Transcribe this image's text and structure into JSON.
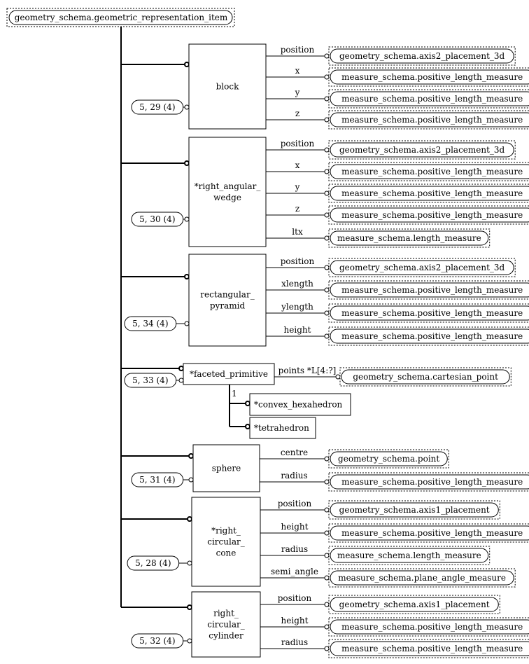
{
  "root": {
    "label": "geometry_schema.geometric_representation_item"
  },
  "entities": [
    {
      "id": "block",
      "lines": [
        "block"
      ],
      "ref": "5, 29 (4)",
      "attrs": [
        {
          "name": "position",
          "type": "geometry_schema.axis2_placement_3d"
        },
        {
          "name": "x",
          "type": "measure_schema.positive_length_measure"
        },
        {
          "name": "y",
          "type": "measure_schema.positive_length_measure"
        },
        {
          "name": "z",
          "type": "measure_schema.positive_length_measure"
        }
      ]
    },
    {
      "id": "right-angular-wedge",
      "lines": [
        "*right_angular_",
        "wedge"
      ],
      "ref": "5, 30 (4)",
      "attrs": [
        {
          "name": "position",
          "type": "geometry_schema.axis2_placement_3d"
        },
        {
          "name": "x",
          "type": "measure_schema.positive_length_measure"
        },
        {
          "name": "y",
          "type": "measure_schema.positive_length_measure"
        },
        {
          "name": "z",
          "type": "measure_schema.positive_length_measure"
        },
        {
          "name": "ltx",
          "type": "measure_schema.length_measure"
        }
      ]
    },
    {
      "id": "rectangular-pyramid",
      "lines": [
        "rectangular_",
        "pyramid"
      ],
      "ref": "5, 34 (4)",
      "attrs": [
        {
          "name": "position",
          "type": "geometry_schema.axis2_placement_3d"
        },
        {
          "name": "xlength",
          "type": "measure_schema.positive_length_measure"
        },
        {
          "name": "ylength",
          "type": "measure_schema.positive_length_measure"
        },
        {
          "name": "height",
          "type": "measure_schema.positive_length_measure"
        }
      ]
    },
    {
      "id": "faceted-primitive",
      "lines": [
        "*faceted_primitive"
      ],
      "ref": "5, 33 (4)",
      "attrs": [
        {
          "name": "points *L[4:?]",
          "type": "geometry_schema.cartesian_point"
        }
      ],
      "subtypes": [
        "*convex_hexahedron",
        "*tetrahedron"
      ],
      "oneof": "1"
    },
    {
      "id": "sphere",
      "lines": [
        "sphere"
      ],
      "ref": "5, 31 (4)",
      "attrs": [
        {
          "name": "centre",
          "type": "geometry_schema.point"
        },
        {
          "name": "radius",
          "type": "measure_schema.positive_length_measure"
        }
      ]
    },
    {
      "id": "right-circular-cone",
      "lines": [
        "*right_",
        "circular_",
        "cone"
      ],
      "ref": "5, 28 (4)",
      "attrs": [
        {
          "name": "position",
          "type": "geometry_schema.axis1_placement"
        },
        {
          "name": "height",
          "type": "measure_schema.positive_length_measure"
        },
        {
          "name": "radius",
          "type": "measure_schema.length_measure"
        },
        {
          "name": "semi_angle",
          "type": "measure_schema.plane_angle_measure"
        }
      ]
    },
    {
      "id": "right-circular-cylinder",
      "lines": [
        "right_",
        "circular_",
        "cylinder"
      ],
      "ref": "5, 32 (4)",
      "attrs": [
        {
          "name": "position",
          "type": "geometry_schema.axis1_placement"
        },
        {
          "name": "height",
          "type": "measure_schema.positive_length_measure"
        },
        {
          "name": "radius",
          "type": "measure_schema.positive_length_measure"
        }
      ]
    }
  ]
}
